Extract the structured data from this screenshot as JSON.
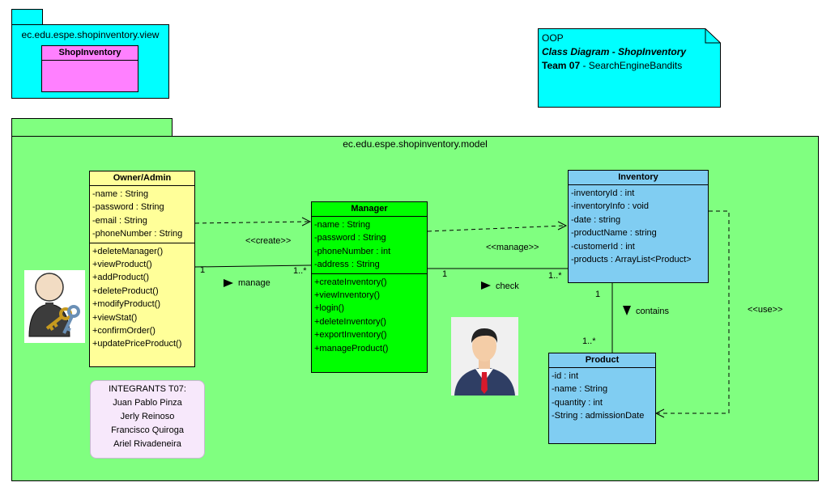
{
  "view_package": {
    "name": "ec.edu.espe.shopinventory.view",
    "class_name": "ShopInventory"
  },
  "note": {
    "line1": "OOP",
    "line2": "Class Diagram - ShopInventory",
    "line3_bold": "Team 07",
    "line3_rest": " - SearchEngineBandits"
  },
  "model_package": {
    "name": "ec.edu.espe.shopinventory.model"
  },
  "owner_admin": {
    "title": "Owner/Admin",
    "attributes": [
      "-name : String",
      "-password : String",
      "-email : String",
      "-phoneNumber : String"
    ],
    "methods": [
      "+deleteManager()",
      "+viewProduct()",
      "+addProduct()",
      "+deleteProduct()",
      "+modifyProduct()",
      "+viewStat()",
      "+confirmOrder()",
      "+updatePriceProduct()"
    ]
  },
  "manager": {
    "title": "Manager",
    "attributes": [
      "-name : String",
      "-password : String",
      "-phoneNumber : int",
      "-address : String"
    ],
    "methods": [
      "+createInventory()",
      "+viewInventory()",
      "+login()",
      "+deleteInventory()",
      "+exportInventory()",
      "+manageProduct()"
    ]
  },
  "inventory": {
    "title": "Inventory",
    "attributes": [
      "-inventoryId : int",
      "-inventoryInfo : void",
      "-date : string",
      "-productName : string",
      "-customerId : int",
      "-products : ArrayList<Product>"
    ]
  },
  "product": {
    "title": "Product",
    "attributes": [
      "-id : int",
      "-name : String",
      "-quantity : int",
      "-String : admissionDate"
    ]
  },
  "relations": {
    "create": "<<create>>",
    "manage_dep": "<<manage>>",
    "use": "<<use>>",
    "manage": "manage",
    "check": "check",
    "contains": "contains",
    "owner_mult": "1",
    "manager_mult_left": "1..*",
    "manager_mult_right": "1",
    "inventory_mult_left": "1..*",
    "inventory_mult_bottom": "1",
    "product_mult_top": "1..*"
  },
  "integrants": {
    "title": "INTEGRANTS T07:",
    "members": [
      "Juan Pablo Pinza",
      "Jerly Reinoso",
      "Francisco Quiroga",
      "Ariel Rivadeneira"
    ]
  },
  "colors": {
    "package": "#00ffff",
    "model_package": "#80ff80",
    "view_class": "#ff80ff",
    "owner_admin": "#ffff99",
    "manager": "#00ff00",
    "inventory": "#80cdf2",
    "product": "#80cdf2",
    "integrants": "#f7e8fb"
  }
}
